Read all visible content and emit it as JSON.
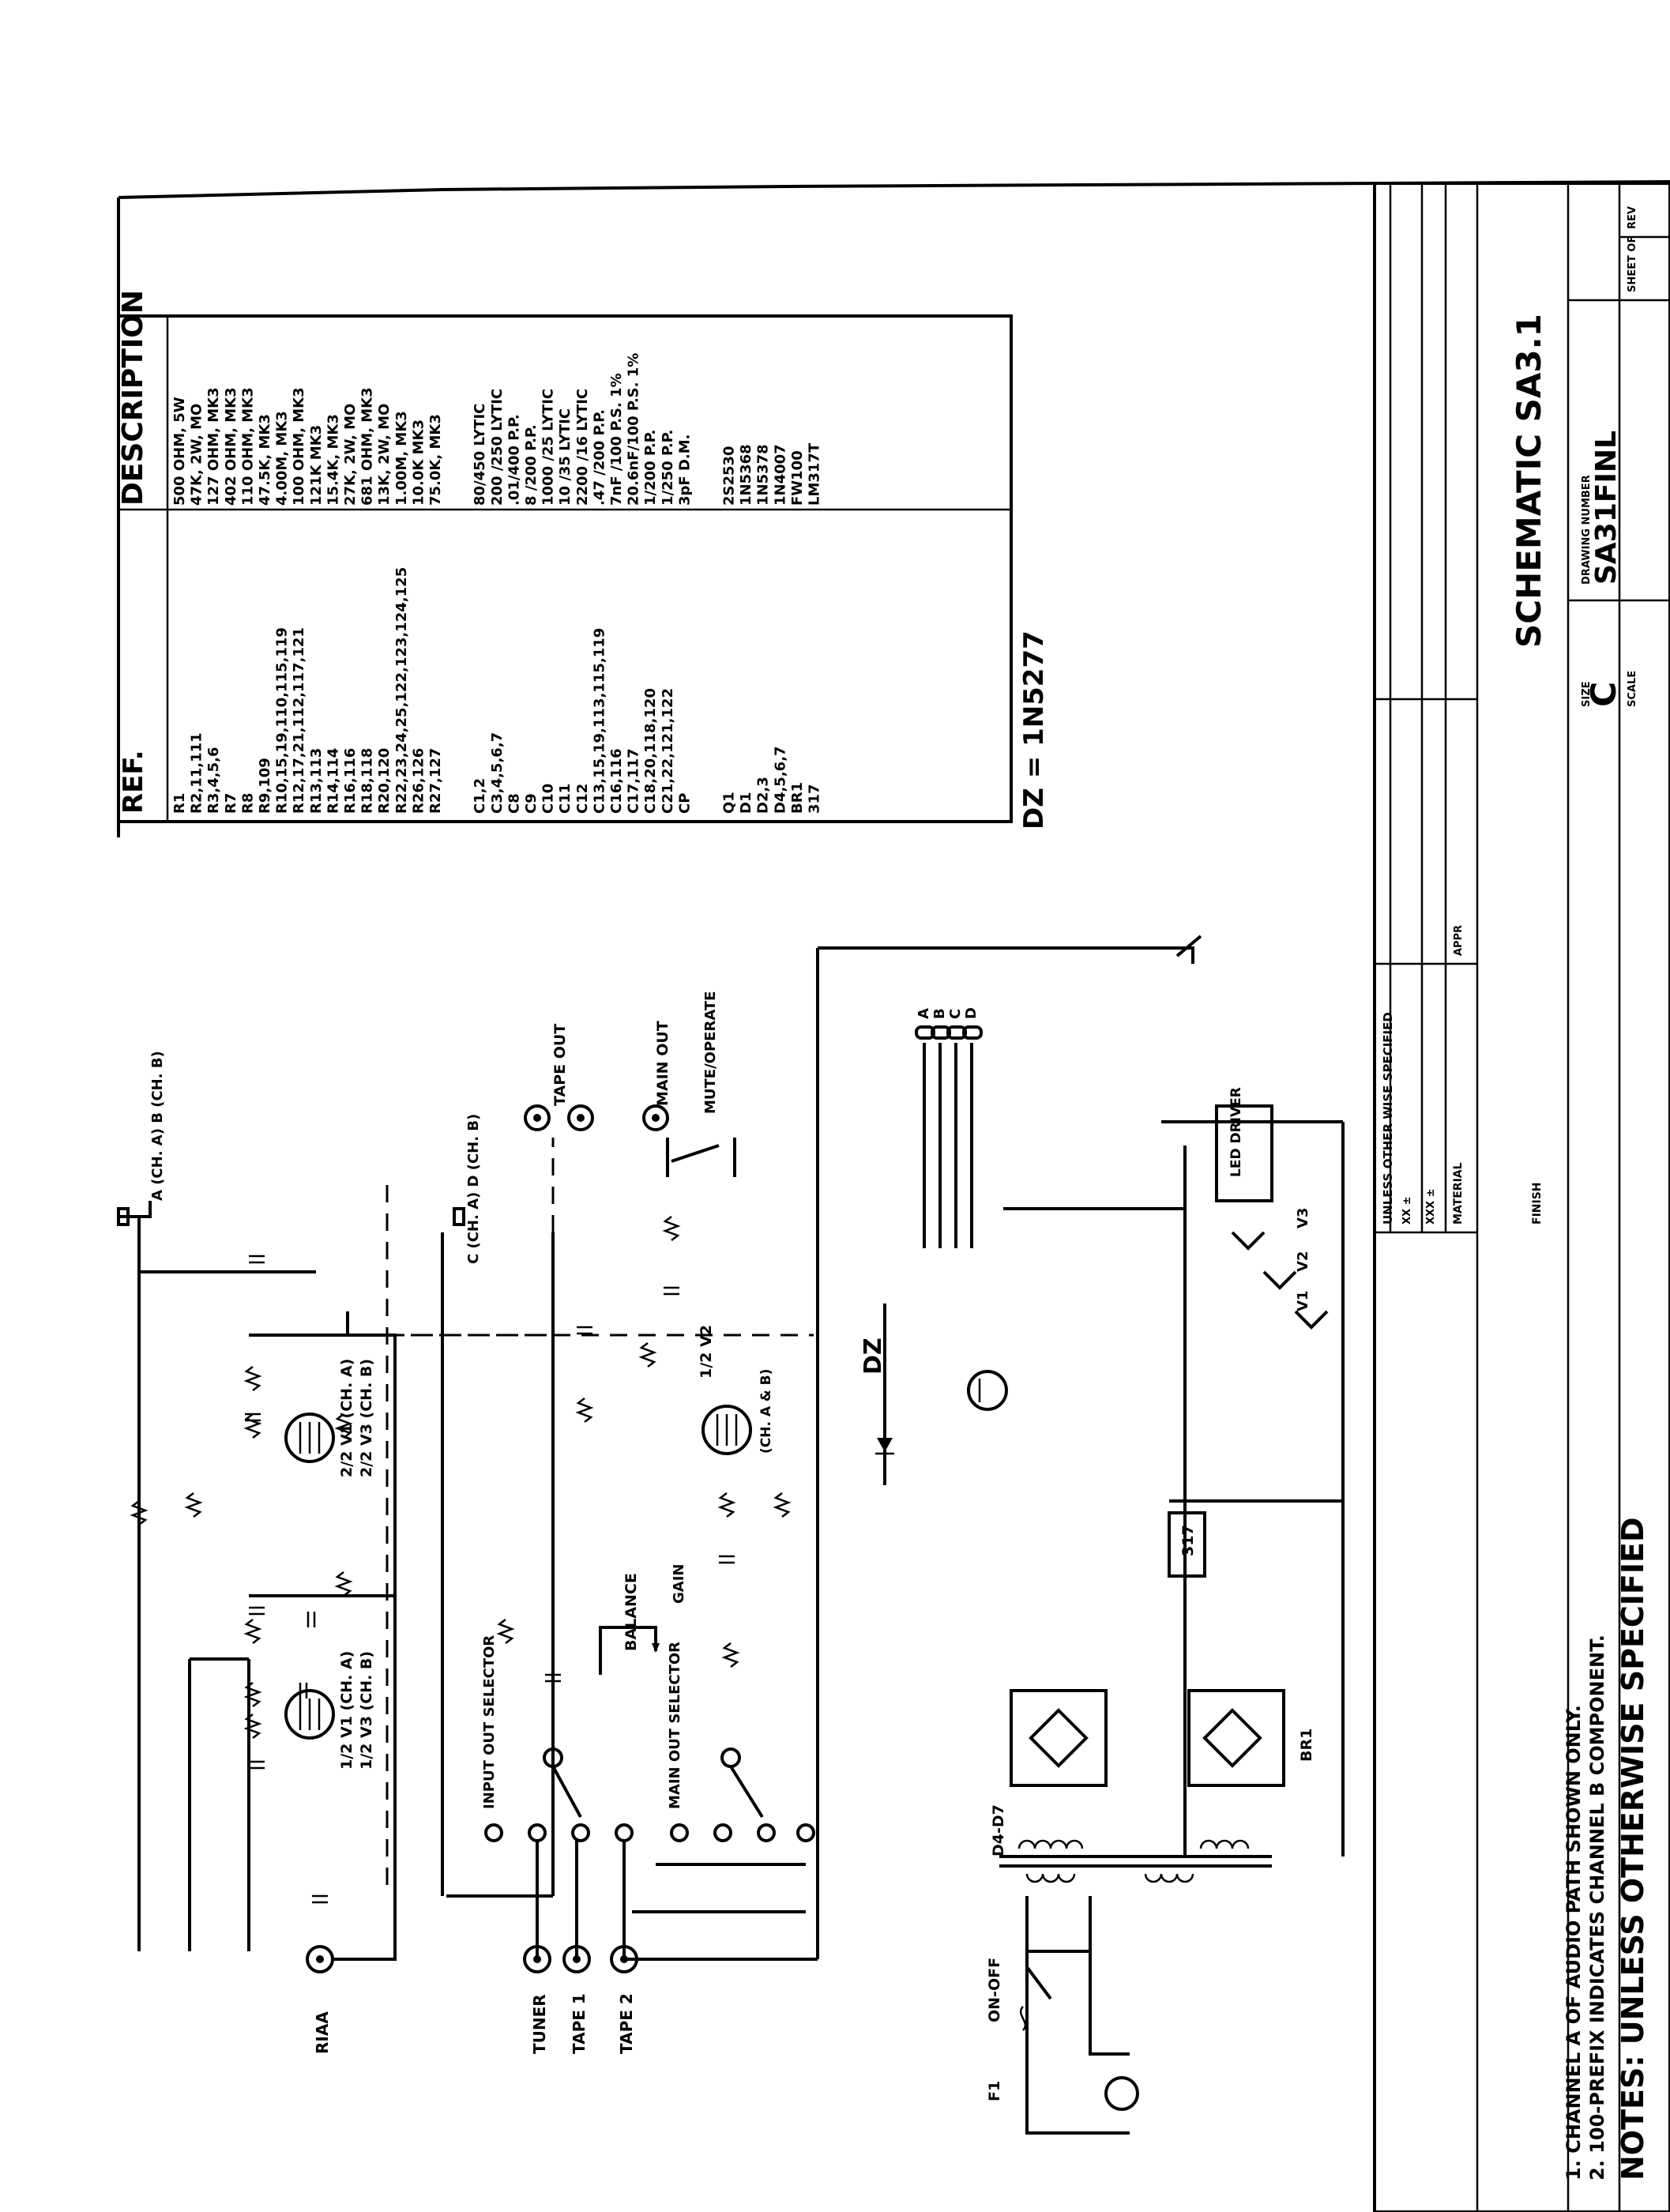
{
  "title_block": {
    "title": "SCHEMATIC SA3.1",
    "drawing_number_label": "DRAWING NUMBER",
    "drawing_number": "SA31FINL",
    "size_label": "SIZE",
    "size": "C",
    "rev_label": "REV",
    "sheet_label": "SHEET OF",
    "scale_label": "SCALE",
    "unless_note": "UNLESS OTHER WISE SPECIFIED",
    "material_label": "MATERIAL",
    "finish_label": "FINISH",
    "appr_label": "APPR",
    "tol_xx": "XX ±",
    "tol_xxx": "XXX ±"
  },
  "parts_table": {
    "ref_header": "REF.",
    "desc_header": "DESCRIPTION",
    "resistors": [
      {
        "ref": "R1",
        "desc": "500 OHM, 5W"
      },
      {
        "ref": "R2,11,111",
        "desc": "47K, 2W, MO"
      },
      {
        "ref": "R3,4,5,6",
        "desc": "127 OHM, MK3"
      },
      {
        "ref": "R7",
        "desc": "402 OHM, MK3"
      },
      {
        "ref": "R8",
        "desc": "110 OHM, MK3"
      },
      {
        "ref": "R9,109",
        "desc": "47.5K, MK3"
      },
      {
        "ref": "R10,15,19,110,115,119",
        "desc": "4.00M, MK3"
      },
      {
        "ref": "R12,17,21,112,117,121",
        "desc": "100 OHM, MK3"
      },
      {
        "ref": "R13,113",
        "desc": "121K MK3"
      },
      {
        "ref": "R14,114",
        "desc": "15.4K, MK3"
      },
      {
        "ref": "R16,116",
        "desc": "27K, 2W, MO"
      },
      {
        "ref": "R18,118",
        "desc": "681 OHM, MK3"
      },
      {
        "ref": "R20,120",
        "desc": "13K, 2W, MO"
      },
      {
        "ref": "R22,23,24,25,122,123,124,125",
        "desc": "1.00M, MK3"
      },
      {
        "ref": "R26,126",
        "desc": "10.0K MK3"
      },
      {
        "ref": "R27,127",
        "desc": "75.0K, MK3"
      }
    ],
    "capacitors": [
      {
        "ref": "C1,2",
        "desc": "80/450 LYTIC"
      },
      {
        "ref": "C3,4,5,6,7",
        "desc": "200 /250 LYTIC"
      },
      {
        "ref": "C8",
        "desc": ".01/400 P.P."
      },
      {
        "ref": "C9",
        "desc": "8 /200 P.P."
      },
      {
        "ref": "C10",
        "desc": "1000 /25 LYTIC"
      },
      {
        "ref": "C11",
        "desc": "10 /35 LYTIC"
      },
      {
        "ref": "C12",
        "desc": "2200 /16 LYTIC"
      },
      {
        "ref": "C13,15,19,113,115,119",
        "desc": ".47 /200 P.P."
      },
      {
        "ref": "C16,116",
        "desc": "7nF /100 P.S. 1%"
      },
      {
        "ref": "C17,117",
        "desc": "20.6nF/100 P.S. 1%"
      },
      {
        "ref": "C18,20,118,120",
        "desc": "1/200 P.P."
      },
      {
        "ref": "C21,22,121,122",
        "desc": "1/250 P.P."
      },
      {
        "ref": "CP",
        "desc": "3pF D.M."
      }
    ],
    "semis": [
      {
        "ref": "Q1",
        "desc": "2S2530"
      },
      {
        "ref": "D1",
        "desc": "1N5368"
      },
      {
        "ref": "D2,3",
        "desc": "1N5378"
      },
      {
        "ref": "D4,5,6,7",
        "desc": "1N4007"
      },
      {
        "ref": "BR1",
        "desc": "FW100"
      },
      {
        "ref": "317",
        "desc": "LM317T"
      }
    ],
    "handwritten_note": "DZ = 1N5277"
  },
  "labels": {
    "riaa": "RIAA",
    "tuner": "TUNER",
    "tape1": "TAPE 1",
    "tape2": "TAPE 2",
    "input_selector": "INPUT OUT SELECTOR",
    "main_selector": "MAIN OUT SELECTOR",
    "tape_out": "TAPE OUT",
    "main_out": "MAIN OUT",
    "mute": "MUTE/OPERATE",
    "balance": "BALANCE",
    "gain": "GAIN",
    "ab_out": "A (CH. A) B (CH. B)",
    "cd_out": "C (CH. A) D (CH. B)",
    "v1a": "1/2 V1 (CH. A)",
    "v3a": "1/2 V3 (CH. B)",
    "v1b": "2/2 V1 (CH. A)",
    "v3b": "2/2 V3 (CH. B)",
    "v2": "1/2 V2",
    "v2ch": "(CH. A & B)",
    "led_driver": "LED DRIVER",
    "reg": "317",
    "dz": "DZ",
    "onoff": "ON-OFF",
    "f1": "F1",
    "d4d7": "D4-D7",
    "br1": "BR1",
    "abcd": [
      "A",
      "B",
      "C",
      "D"
    ],
    "heaters": [
      "V1",
      "V2",
      "V3"
    ]
  },
  "notes": {
    "heading": "NOTES: UNLESS OTHERWISE SPECIFIED",
    "n1": "1. CHANNEL A OF AUDIO PATH SHOWN ONLY.",
    "n2": "2. 100-PREFIX INDICATES CHANNEL B COMPONENT."
  }
}
